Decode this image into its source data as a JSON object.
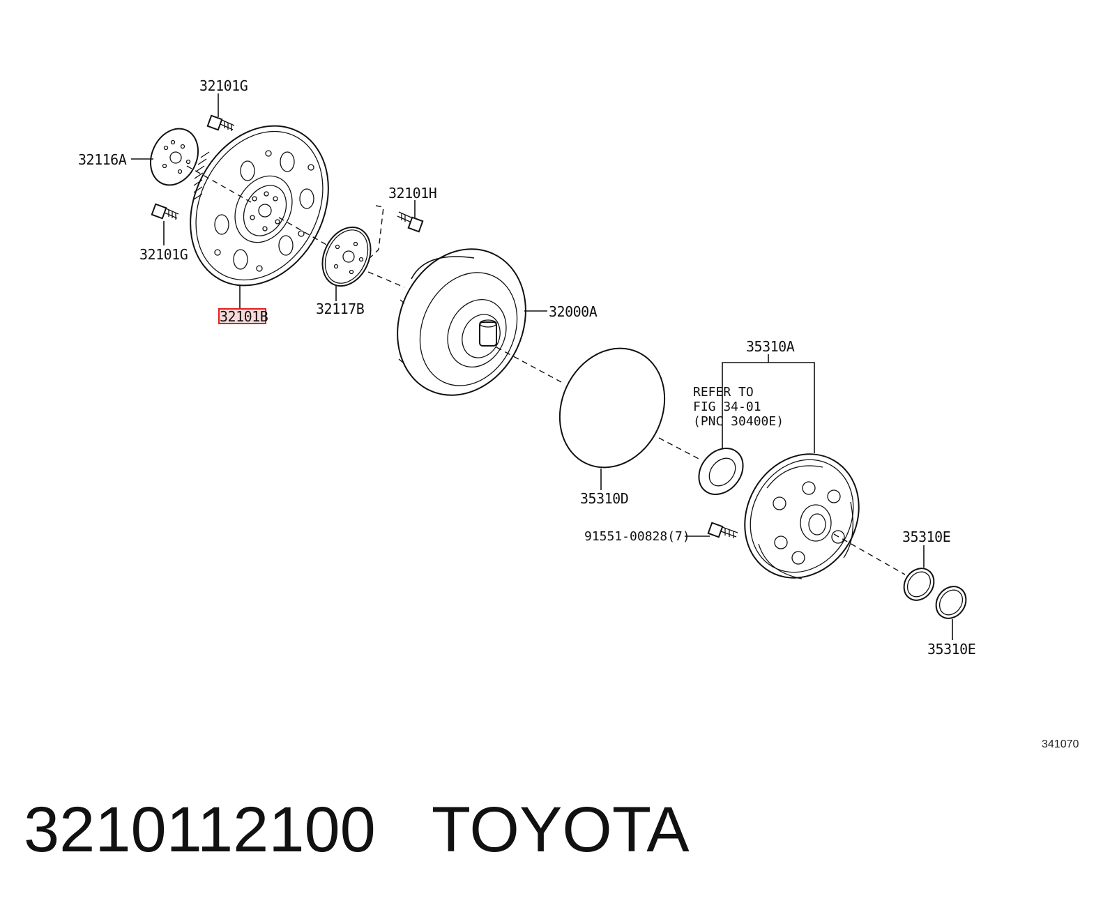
{
  "callouts": {
    "c32101G_top": "32101G",
    "c32116A": "32116A",
    "c32101G_bottom": "32101G",
    "c32101B": "32101B",
    "c32117B": "32117B",
    "c32101H": "32101H",
    "c32000A": "32000A",
    "c35310A": "35310A",
    "refer_line1": "REFER TO",
    "refer_line2": "FIG 34-01",
    "refer_line3": "(PNC 30400E)",
    "c35310D": "35310D",
    "c91551": "91551-00828(7)",
    "c35310E_top": "35310E",
    "c35310E_bottom": "35310E"
  },
  "figure_number": "341070",
  "caption": {
    "part_number": "3210112100",
    "brand": "TOYOTA"
  },
  "highlight_color": "#e0201c"
}
